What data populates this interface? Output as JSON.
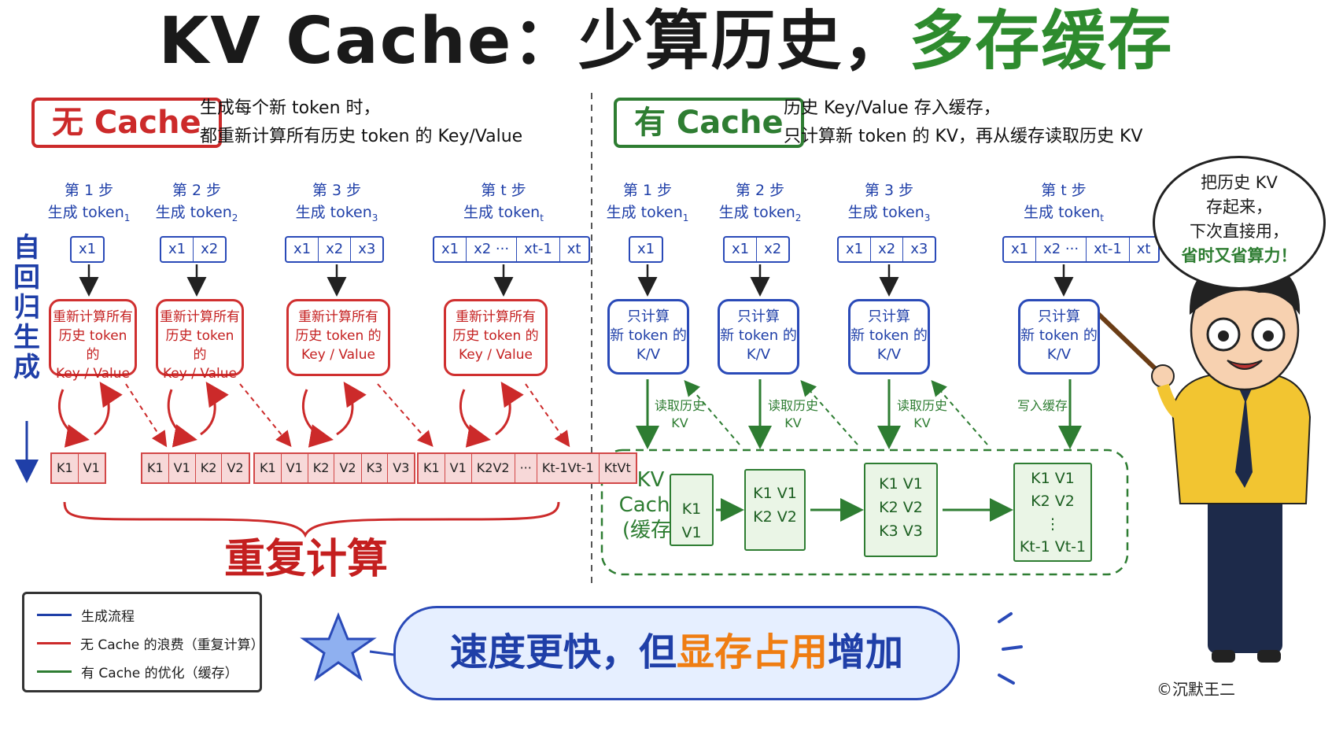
{
  "title": {
    "main": "KV Cache：少算历史，",
    "accent": "多存缓存"
  },
  "left": {
    "tag": "无 Cache",
    "desc_line1": "生成每个新 token 时，",
    "desc_line2": "都重新计算所有历史 token 的 Key/Value",
    "steps": [
      {
        "step": "第 1 步",
        "gen": "生成 token",
        "sub": "1",
        "tokens": [
          "x1"
        ],
        "box": [
          "重新计算所有",
          "历史 token 的",
          "Key / Value"
        ],
        "kv": [
          "K1",
          "V1"
        ]
      },
      {
        "step": "第 2 步",
        "gen": "生成 token",
        "sub": "2",
        "tokens": [
          "x1",
          "x2"
        ],
        "box": [
          "重新计算所有",
          "历史 token 的",
          "Key / Value"
        ],
        "kv": [
          "K1",
          "V1",
          "K2",
          "V2"
        ]
      },
      {
        "step": "第 3 步",
        "gen": "生成 token",
        "sub": "3",
        "tokens": [
          "x1",
          "x2",
          "x3"
        ],
        "box": [
          "重新计算所有",
          "历史 token 的",
          "Key / Value"
        ],
        "kv": [
          "K1",
          "V1",
          "K2",
          "V2",
          "K3",
          "V3"
        ]
      },
      {
        "step": "第 t 步",
        "gen": "生成 token",
        "sub": "t",
        "tokens": [
          "x1",
          "x2 ···",
          "xt-1",
          "xt"
        ],
        "box": [
          "重新计算所有",
          "历史 token 的",
          "Key / Value"
        ],
        "kv": [
          "K1",
          "V1",
          "K2V2",
          "···",
          "Kt-1Vt-1",
          "KtVt"
        ]
      }
    ],
    "side_label": "自回归生成",
    "repeat_label": "重复计算"
  },
  "right": {
    "tag": "有 Cache",
    "desc_line1": "历史 Key/Value 存入缓存，",
    "desc_line2": "只计算新 token 的 KV，再从缓存读取历史 KV",
    "steps": [
      {
        "step": "第 1 步",
        "gen": "生成 token",
        "sub": "1",
        "tokens": [
          "x1"
        ],
        "box": [
          "只计算",
          "新 token 的",
          "K/V"
        ],
        "arrow_label": "读取历史 KV"
      },
      {
        "step": "第 2 步",
        "gen": "生成 token",
        "sub": "2",
        "tokens": [
          "x1",
          "x2"
        ],
        "box": [
          "只计算",
          "新 token 的",
          "K/V"
        ],
        "arrow_label": "读取历史 KV"
      },
      {
        "step": "第 3 步",
        "gen": "生成 token",
        "sub": "3",
        "tokens": [
          "x1",
          "x2",
          "x3"
        ],
        "box": [
          "只计算",
          "新 token 的",
          "K/V"
        ],
        "arrow_label": "读取历史 KV"
      },
      {
        "step": "第 t 步",
        "gen": "生成 token",
        "sub": "t",
        "tokens": [
          "x1",
          "x2 ···",
          "xt-1",
          "xt"
        ],
        "box": [
          "只计算",
          "新 token 的",
          "K/V"
        ],
        "arrow_label": "写入缓存"
      }
    ],
    "cache_label": [
      "KV",
      "Cache",
      "(缓存)"
    ],
    "cache_boxes": [
      [
        "K1 V1"
      ],
      [
        "K1  V1",
        "K2  V2"
      ],
      [
        "K1  V1",
        "K2  V2",
        "K3  V3"
      ],
      [
        "K1  V1",
        "K2  V2",
        "⋮",
        "Kt-1 Vt-1"
      ]
    ]
  },
  "legend": [
    {
      "label": "生成流程",
      "color": "#1f3fa8"
    },
    {
      "label": "无 Cache 的浪费（重复计算）",
      "color": "#cc2a2a"
    },
    {
      "label": "有 Cache 的优化（缓存）",
      "color": "#2e7d32"
    }
  ],
  "banner": {
    "part1": "速度更快，但",
    "part2": "显存占用",
    "part3": "增加"
  },
  "bubble": {
    "l1": "把历史 KV",
    "l2": "存起来，",
    "l3": "下次直接用，",
    "l4": "省时又省算力！"
  },
  "copyright": "©沉默王二"
}
